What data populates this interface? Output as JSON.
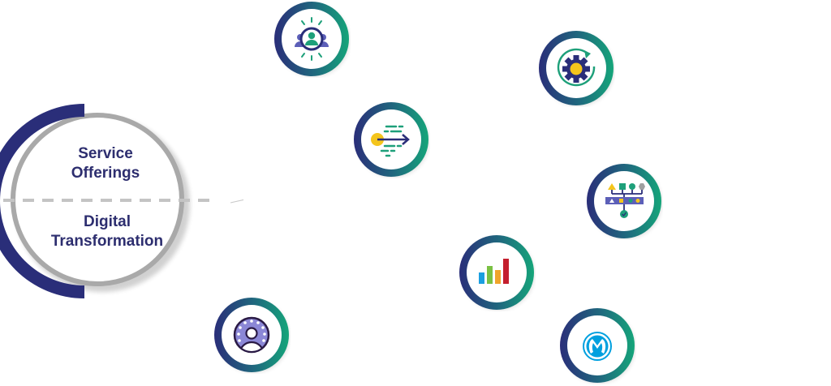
{
  "hub": {
    "top_label_line1": "Service",
    "top_label_line2": "Offerings",
    "bottom_label_line1": "Digital",
    "bottom_label_line2": "Transformation"
  },
  "colors": {
    "navy": "#2a2e79",
    "teal": "#1ea07a",
    "gray": "#b5b5b5",
    "text": "#2d2e6f",
    "yellow": "#f4c51c",
    "purple": "#8b87d6"
  },
  "nodes": [
    {
      "id": "customer-experience",
      "icon": "user-team-icon"
    },
    {
      "id": "process-automation",
      "icon": "gear-cycle-icon"
    },
    {
      "id": "digital-acceleration",
      "icon": "fast-forward-arrow-icon"
    },
    {
      "id": "workflow-structure",
      "icon": "hierarchy-flow-icon"
    },
    {
      "id": "analytics",
      "icon": "bar-chart-icon"
    },
    {
      "id": "user-engagement",
      "icon": "user-circle-dots-icon"
    },
    {
      "id": "mulesoft",
      "icon": "mulesoft-logo-icon"
    }
  ]
}
